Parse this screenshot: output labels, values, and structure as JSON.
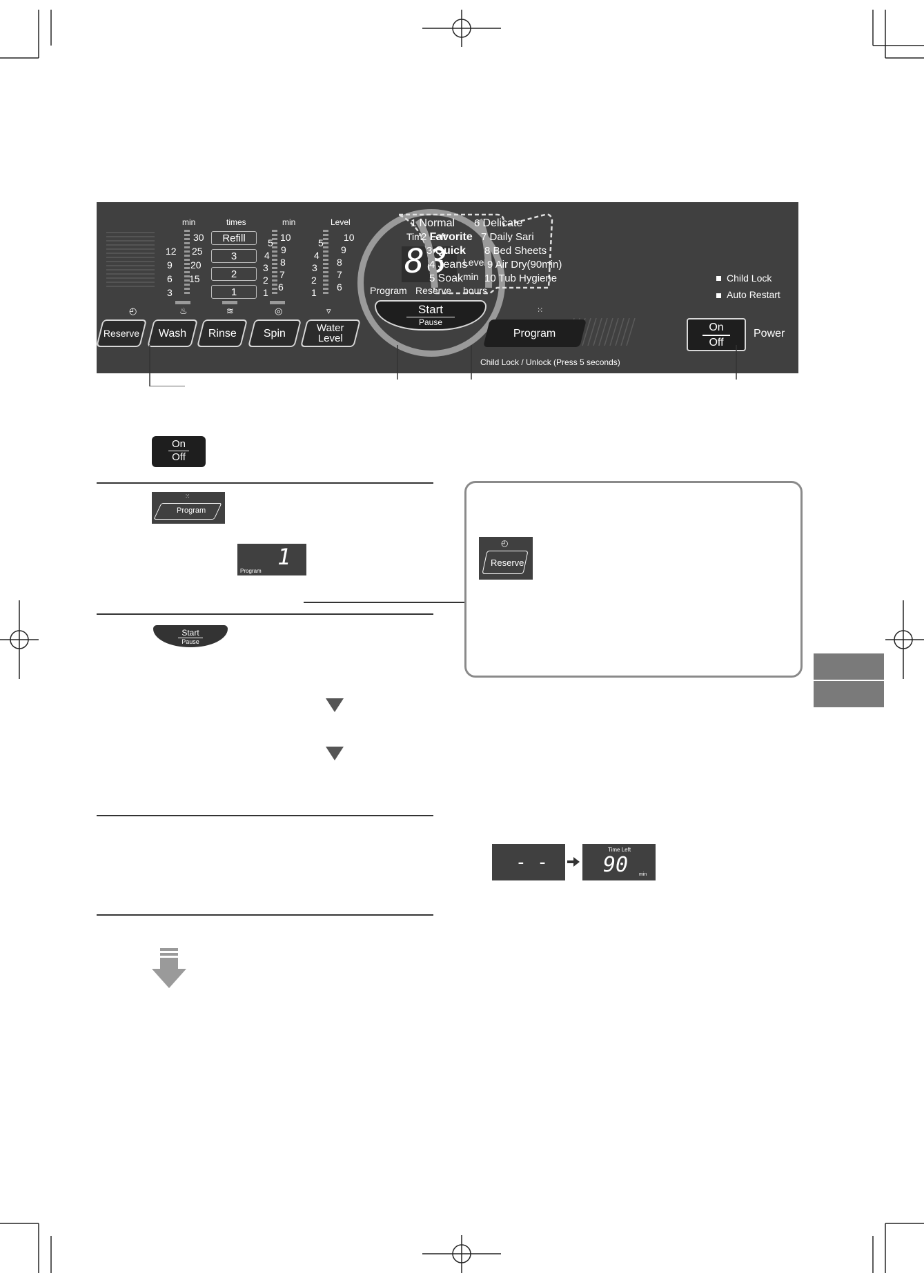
{
  "panel": {
    "column_headers": [
      "min",
      "times",
      "min",
      "Level"
    ],
    "wash_values": {
      "right": [
        "30",
        "25",
        "20",
        "15"
      ],
      "left": [
        "12",
        "9",
        "6",
        "3"
      ]
    },
    "rinse_values": [
      "Refill",
      "3",
      "2",
      "1"
    ],
    "spin_values": {
      "right": [
        "10",
        "9",
        "8",
        "7",
        "6"
      ],
      "left": [
        "5",
        "4",
        "3",
        "2",
        "1"
      ]
    },
    "level_values": {
      "right": [
        "10",
        "9",
        "8",
        "7",
        "6"
      ],
      "left": [
        "5",
        "4",
        "3",
        "2",
        "1"
      ]
    },
    "buttons": {
      "reserve": "Reserve",
      "wash": "Wash",
      "rinse": "Rinse",
      "spin": "Spin",
      "water": "Water",
      "level": "Level",
      "start": "Start",
      "pause": "Pause",
      "program": "Program",
      "on": "On",
      "off": "Off"
    },
    "display": {
      "time_left": "Time Left",
      "digits": "88",
      "level": "Level",
      "min": "min",
      "hours": "hours",
      "program": "Program",
      "reserve": "Reserve"
    },
    "programs": [
      {
        "num": "1",
        "name": "Normal"
      },
      {
        "num": "2",
        "name": "Favorite"
      },
      {
        "num": "3",
        "name": "Quick"
      },
      {
        "num": "4",
        "name": "Jeans"
      },
      {
        "num": "5",
        "name": "Soak"
      },
      {
        "num": "6",
        "name": "Delicate"
      },
      {
        "num": "7",
        "name": "Daily Sari"
      },
      {
        "num": "8",
        "name": "Bed Sheets"
      },
      {
        "num": "9",
        "name": "Air Dry(90min)"
      },
      {
        "num": "10",
        "name": "Tub Hygiene"
      }
    ],
    "indicators": [
      "Child Lock",
      "Auto Restart"
    ],
    "power_label": "Power",
    "child_lock_caption": "Child Lock / Unlock (Press 5 seconds)"
  },
  "steps": {
    "on_off": {
      "on": "On",
      "off": "Off"
    },
    "program_button": "Program",
    "program_display": {
      "digit": "1",
      "caption": "Program"
    },
    "start_button": {
      "start": "Start",
      "pause": "Pause"
    }
  },
  "callout": {
    "reserve_button": "Reserve"
  },
  "display_example": {
    "before": "- -",
    "time_left": "Time Left",
    "after": "90",
    "unit": "min"
  },
  "colors": {
    "panel": "#404040",
    "button": "#2b2b2b",
    "accent_gray": "#9a9a9a"
  }
}
